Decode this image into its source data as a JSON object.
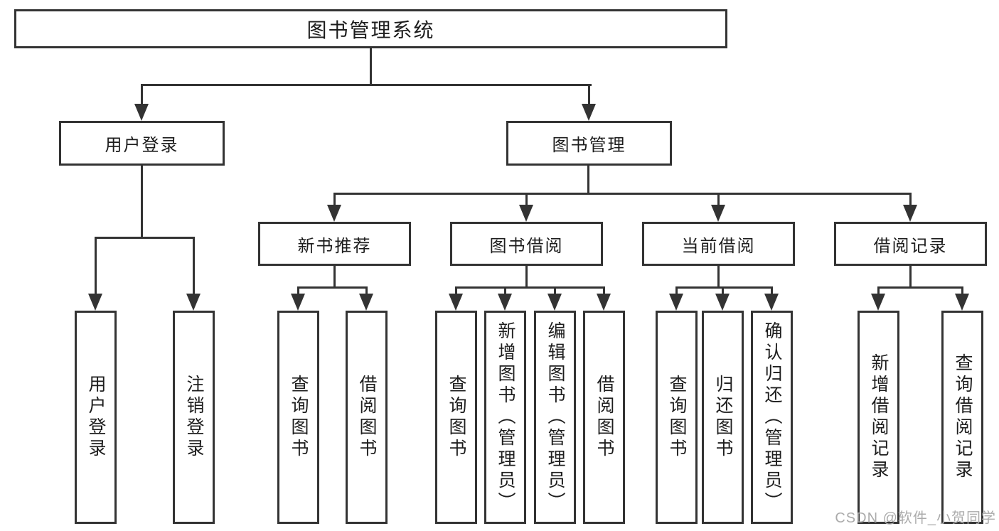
{
  "title": "图书管理系统",
  "level2": {
    "login": "用户登录",
    "management": "图书管理"
  },
  "level3": {
    "recommend": "新书推荐",
    "borrow": "图书借阅",
    "current": "当前借阅",
    "records": "借阅记录"
  },
  "leaves": {
    "login": [
      "用户登录",
      "注销登录"
    ],
    "recommend": [
      "查询图书",
      "借阅图书"
    ],
    "borrow": [
      "查询图书",
      "新增图书（管理员）",
      "编辑图书（管理员）",
      "借阅图书"
    ],
    "current": [
      "查询图书",
      "归还图书",
      "确认归还（管理员）"
    ],
    "records": [
      "新增借阅记录",
      "查询借阅记录"
    ]
  },
  "watermark": "CSDN @软件_小贺同学",
  "colors": {
    "line": "#333333",
    "text": "#1d1d1d",
    "watermark": "#ababab",
    "background": "#ffffff"
  }
}
